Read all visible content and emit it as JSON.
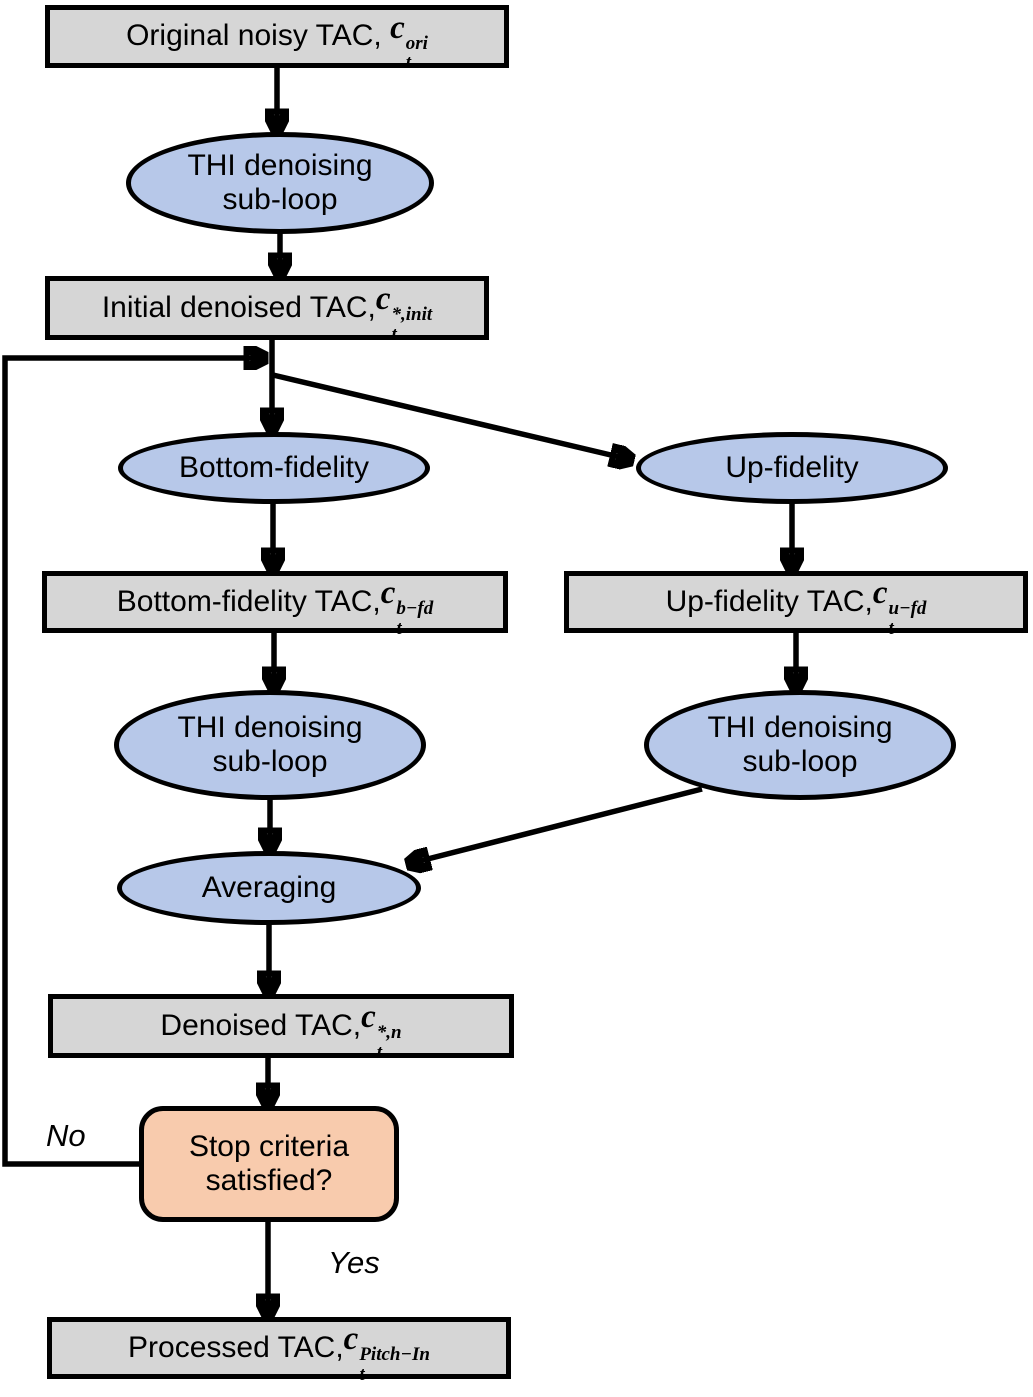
{
  "colors": {
    "box_fill": "#d6d6d6",
    "ellipse_fill": "#b7c8e9",
    "decision_fill": "#f8cbad",
    "stroke": "#000000",
    "background": "#ffffff"
  },
  "nodes": {
    "original": {
      "label": "Original noisy TAC, ",
      "sym": "c",
      "sub": "t",
      "sup": "ori"
    },
    "thi1": {
      "label": "THI denoising sub-loop"
    },
    "initial": {
      "label": "Initial denoised TAC,",
      "sym": "c",
      "sub": "t",
      "sup": "*,init"
    },
    "bottom_fidelity": {
      "label": "Bottom-fidelity"
    },
    "up_fidelity": {
      "label": "Up-fidelity"
    },
    "bottom_tac": {
      "label": "Bottom-fidelity TAC,",
      "sym": "c",
      "sub": "t",
      "sup": "b−fd"
    },
    "up_tac": {
      "label": "Up-fidelity TAC,",
      "sym": "c",
      "sub": "t",
      "sup": "u−fd"
    },
    "thi2": {
      "label": "THI denoising sub-loop"
    },
    "thi3": {
      "label": "THI denoising sub-loop"
    },
    "averaging": {
      "label": "Averaging"
    },
    "denoised": {
      "label": "Denoised TAC,",
      "sym": "c",
      "sub": "t",
      "sup": "*,n"
    },
    "stop": {
      "label": "Stop criteria satisfied?"
    },
    "processed": {
      "label": "Processed TAC,",
      "sym": "c",
      "sub": "t",
      "sup": "Pitch−In"
    }
  },
  "edge_labels": {
    "no": "No",
    "yes": "Yes"
  }
}
